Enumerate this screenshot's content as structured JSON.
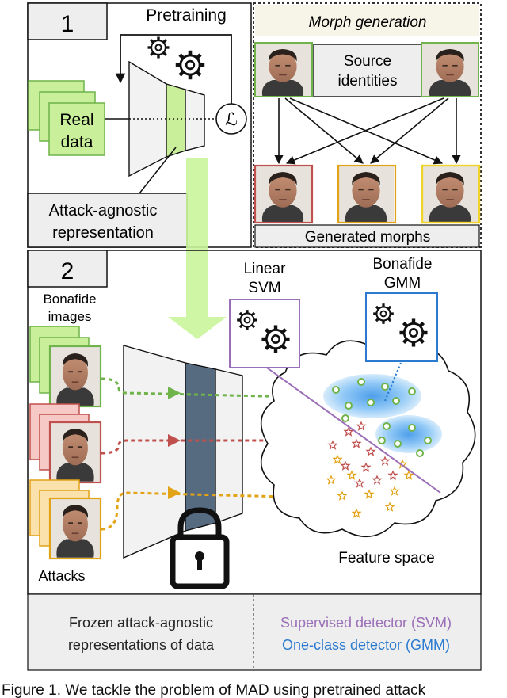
{
  "panel1": {
    "number": "1",
    "title": "Pretraining",
    "input_label_line1": "Real",
    "input_label_line2": "data",
    "loss_symbol": "ℒ",
    "representation_line1": "Attack-agnostic",
    "representation_line2": "representation"
  },
  "morph": {
    "title": "Morph generation",
    "source_line1": "Source",
    "source_line2": "identities",
    "generated_label": "Generated morphs"
  },
  "panel2": {
    "number": "2",
    "bonafide_line1": "Bonafide",
    "bonafide_line2": "images",
    "attacks_label": "Attacks",
    "svm_line1": "Linear",
    "svm_line2": "SVM",
    "gmm_line1": "Bonafide",
    "gmm_line2": "GMM",
    "feature_space_label": "Feature space"
  },
  "bottom": {
    "left_line1": "Frozen attack-agnostic",
    "left_line2": "representations of data",
    "right_line1": "Supervised detector (SVM)",
    "right_line2": "One-class detector (GMM)"
  },
  "caption": "Figure 1. We tackle the problem of MAD using pretrained attack",
  "colors": {
    "bonafide_green": "#6fb34a",
    "light_green": "#c9ef9a",
    "attack_red": "#c0504d",
    "attack_orange": "#e3a317",
    "svm_purple": "#9b6fb8",
    "gmm_blue": "#2a7bd0",
    "encoder_dark": "#566a80"
  }
}
